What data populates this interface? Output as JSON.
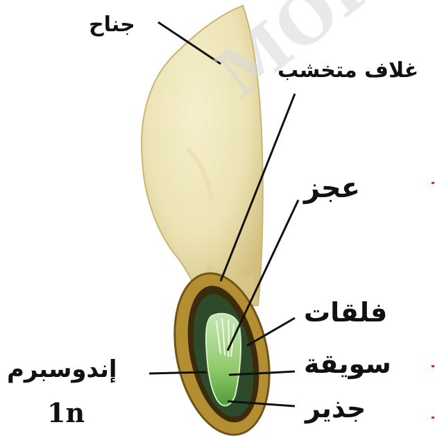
{
  "labels": {
    "wing": "جناح",
    "woody_coat": "غلاف متخشب",
    "stem_bud": "عجز",
    "cotyledons": "فلقات",
    "hypocotyl": "سويقة",
    "radicle": "جذير",
    "endosperm": "إندوسبرم",
    "ploidy": "1n"
  },
  "watermark": "MOI",
  "colors": {
    "wing_fill": "#ece3b5",
    "wing_shade": "#d9c98d",
    "coat_outer": "#b38f32",
    "coat_dark": "#3b2a0c",
    "embryo_green": "#9fd07c",
    "label_lines": "#111111",
    "accent_red": "#c0392b"
  }
}
